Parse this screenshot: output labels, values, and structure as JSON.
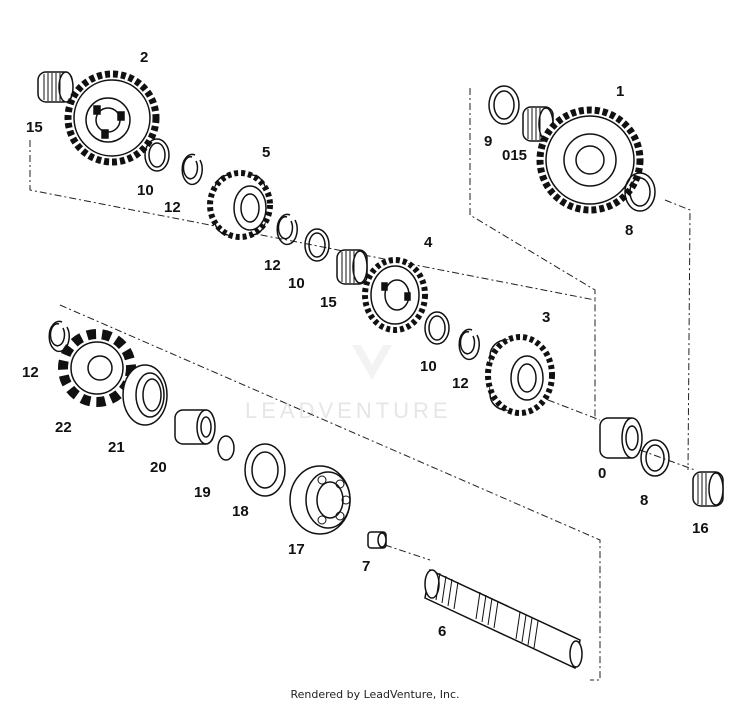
{
  "diagram": {
    "watermark": "LEADVENTURE",
    "footer": "Rendered by LeadVenture, Inc.",
    "callouts": [
      "15",
      "2",
      "10",
      "12",
      "5",
      "12",
      "10",
      "15",
      "4",
      "10",
      "12",
      "3",
      "1",
      "9",
      "015",
      "8",
      "12",
      "22",
      "21",
      "20",
      "19",
      "18",
      "17",
      "7",
      "6",
      "0",
      "8",
      "16"
    ]
  }
}
